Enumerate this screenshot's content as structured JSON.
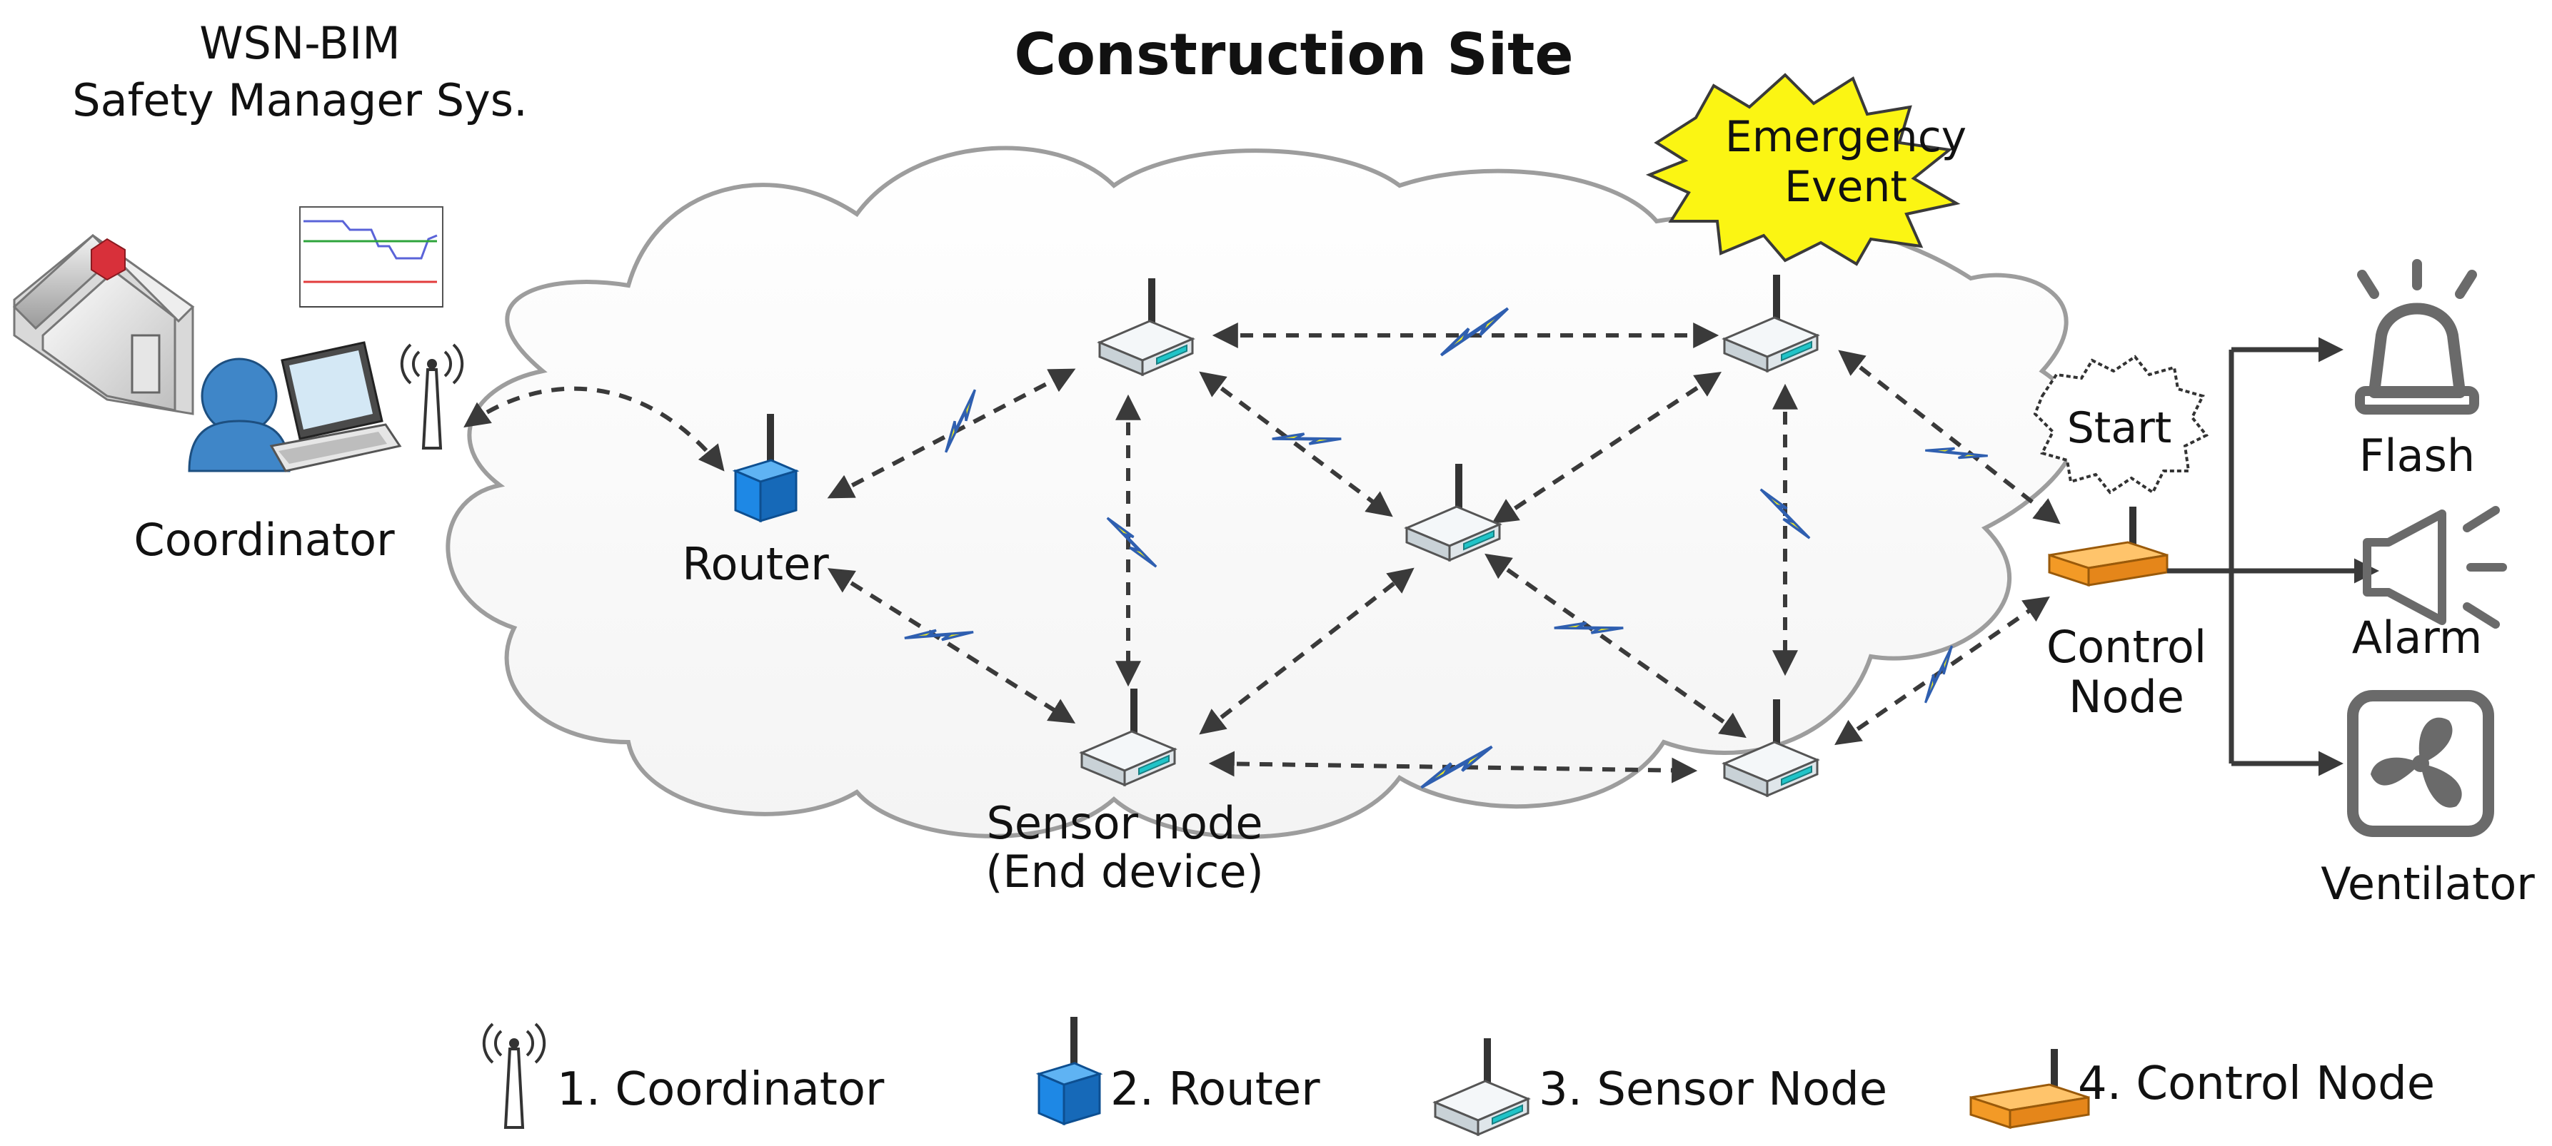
{
  "system": {
    "title_line1": "WSN-BIM",
    "title_line2": "Safety Manager Sys."
  },
  "site": {
    "title": "Construction Site"
  },
  "event": {
    "line1": "Emergency",
    "line2": "Event"
  },
  "start_badge": "Start",
  "nodes": {
    "coordinator": "Coordinator",
    "router": "Router",
    "sensor_line1": "Sensor node",
    "sensor_line2": "(End device)",
    "control_line1": "Control",
    "control_line2": "Node"
  },
  "devices": {
    "flash": "Flash",
    "alarm": "Alarm",
    "ventilator": "Ventilator"
  },
  "legend": [
    {
      "label": "1. Coordinator",
      "icon": "coordinator-antenna-icon"
    },
    {
      "label": "2. Router",
      "icon": "router-box-icon"
    },
    {
      "label": "3. Sensor Node",
      "icon": "sensor-node-icon"
    },
    {
      "label": "4. Control Node",
      "icon": "control-node-icon"
    }
  ],
  "colors": {
    "router": "#1e88e5",
    "sensor": "#e6eef2",
    "sensor_port": "#20c4c8",
    "control": "#f39a26",
    "event_burst": "#fbf513",
    "wireless_bolt": "#f3ee1e",
    "person": "#3f86c8"
  }
}
